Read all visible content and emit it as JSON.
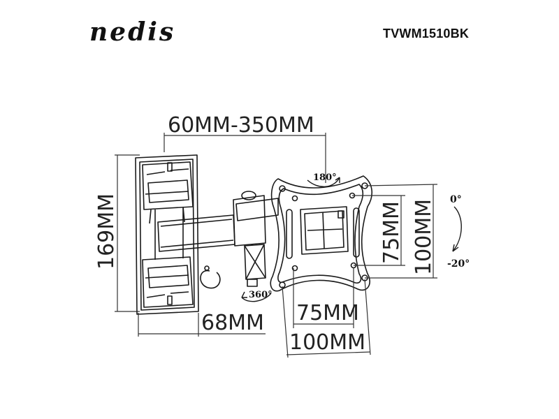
{
  "header": {
    "brand": "nedis",
    "model": "TVWM1510BK"
  },
  "dimensions": {
    "arm_extension": "60MM-350MM",
    "wall_plate_height": "169MM",
    "wall_plate_width": "68MM",
    "vesa_small_horizontal": "75MM",
    "vesa_large_horizontal": "100MM",
    "vesa_small_vertical": "75MM",
    "vesa_large_vertical": "100MM"
  },
  "angles": {
    "swivel": "180°",
    "rotation": "360°",
    "tilt_top": "0°",
    "tilt_bottom": "-20°"
  },
  "colors": {
    "line": "#1a1a1a",
    "dim_line": "#333333",
    "background": "#ffffff"
  }
}
